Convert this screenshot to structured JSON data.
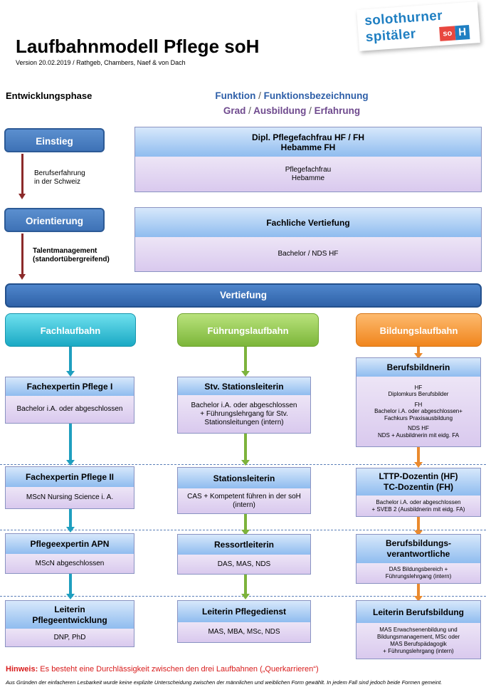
{
  "logo": {
    "line1": "solothurner",
    "line2": "spitäler",
    "badge_so": "so",
    "badge_h": "H"
  },
  "title": "Laufbahnmodell Pflege soH",
  "version": "Version 20.02.2019 / Rathgeb, Chambers, Naef & von Dach",
  "headers": {
    "phase": "Entwicklungsphase",
    "funktion": "Funktion",
    "funktionsbezeichnung": "Funktionsbezeichnung",
    "grad": "Grad",
    "ausbildung": "Ausbildung",
    "erfahrung": "Erfahrung",
    "sep": "/"
  },
  "phases": {
    "einstieg": "Einstieg",
    "orientierung": "Orientierung",
    "vertiefung": "Vertiefung"
  },
  "arrows": {
    "a1_line1": "Berufserfahrung",
    "a1_line2": "in der Schweiz",
    "a2_line1": "Talentmanagement",
    "a2_line2": "(standortübergreifend)"
  },
  "entry": {
    "head1": "Dipl. Pflegefachfrau HF / FH",
    "head2": "Hebamme FH",
    "body1": "Pflegefachfrau",
    "body2": "Hebamme"
  },
  "orient": {
    "head": "Fachliche Vertiefung",
    "body": "Bachelor / NDS HF"
  },
  "tracks": {
    "fach": "Fachlaufbahn",
    "fuehrung": "Führungslaufbahn",
    "bildung": "Bildungslaufbahn"
  },
  "fach": [
    {
      "head": "Fachexpertin Pflege I",
      "body": "Bachelor i.A. oder abgeschlossen"
    },
    {
      "head": "Fachexpertin Pflege II",
      "body": "MScN Nursing Science i. A."
    },
    {
      "head": "Pflegeexpertin APN",
      "body": "MScN abgeschlossen"
    },
    {
      "head1": "Leiterin",
      "head2": "Pflegeentwicklung",
      "body": "DNP, PhD"
    }
  ],
  "fuehrung": [
    {
      "head": "Stv. Stationsleiterin",
      "body1": "Bachelor i.A. oder abgeschlossen",
      "body2": "+ Führungslehrgang für Stv.",
      "body3": "Stationsleitungen (intern)"
    },
    {
      "head": "Stationsleiterin",
      "body1": "CAS + Kompetent führen in der soH",
      "body2": "(intern)"
    },
    {
      "head": "Ressortleiterin",
      "body": "DAS, MAS, NDS"
    },
    {
      "head": "Leiterin Pflegedienst",
      "body": "MAS, MBA, MSc, NDS"
    }
  ],
  "bildung": [
    {
      "head": "Berufsbildnerin",
      "lines": [
        "HF",
        "Diplomkurs Berufsbilder",
        "FH",
        "Bachelor i.A. oder abgeschlossen+",
        "Fachkurs Praxisausbildung",
        "NDS HF",
        "NDS + Ausbildnerin mit eidg. FA"
      ]
    },
    {
      "head1": "LTTP-Dozentin (HF)",
      "head2": "TC-Dozentin (FH)",
      "lines": [
        "Bachelor i.A. oder abgeschlossen",
        "+ SVEB 2 (Ausbildnerin mit eidg. FA)"
      ]
    },
    {
      "head1": "Berufsbildungs-",
      "head2": "verantwortliche",
      "lines": [
        "DAS Bildungsbereich +",
        "Führungslehrgang (intern)"
      ]
    },
    {
      "head": "Leiterin Berufsbildung",
      "lines": [
        "MAS Erwachsenenbildung und",
        "Bildungsmanagement, MSc oder",
        "MAS Berufspädagogik",
        "+ Führungslehrgang (intern)"
      ]
    }
  ],
  "hinweis": {
    "label": "Hinweis:",
    "text": "Es besteht eine Durchlässigkeit zwischen den drei Laufbahnen („Querkarrieren“)"
  },
  "footnote": "Aus Gründen der einfacheren Lesbarkeit wurde keine explizite Unterscheidung zwischen der männlichen und weiblichen Form gewählt. In jedem Fall sind jedoch beide Formen gemeint.",
  "colors": {
    "phase_blue": "#3e72b6",
    "fach_teal": "#1aa9c4",
    "fuehrung_green": "#7cb63a",
    "bildung_orange": "#f0851d",
    "arrow_darkred": "#8b2a2a",
    "hinweis_red": "#d81b1b"
  }
}
